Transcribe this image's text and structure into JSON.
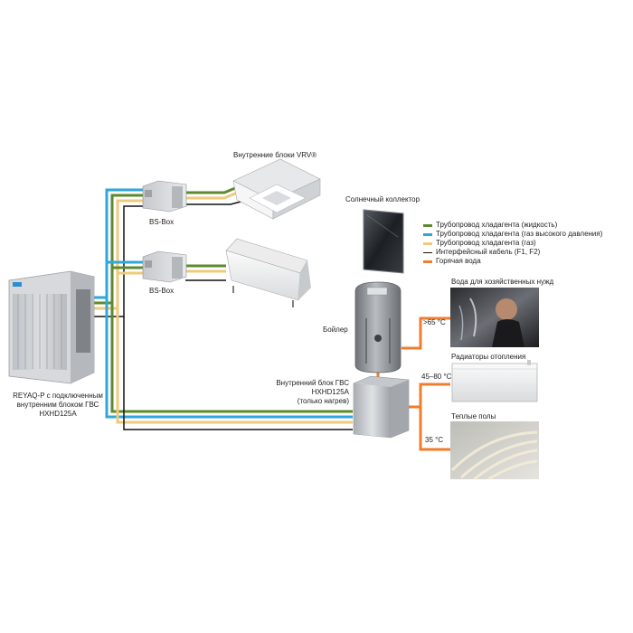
{
  "colors": {
    "liquid": "#5d8a2e",
    "gas_high": "#2fa6dc",
    "gas": "#f1c97a",
    "cable": "#111111",
    "hot_water": "#ef7d2d"
  },
  "labels": {
    "indoor_units": "Внутренние блоки VRV®",
    "bs_box_1": "BS-Box",
    "bs_box_2": "BS-Box",
    "solar": "Солнечный коллектор",
    "boiler": "Бойлер",
    "outdoor_line1": "REYAQ-P с подключенным",
    "outdoor_line2": "внутренним блоком ГВС",
    "outdoor_line3": "HXHD125A",
    "indoor_hw_line1": "Внутренний блок ГВС",
    "indoor_hw_line2": "HXHD125A",
    "indoor_hw_line3": "(только нагрев)",
    "dhw": "Вода для хозяйственных нужд",
    "radiators": "Радиаторы отопления",
    "floor": "Теплые полы",
    "temp_dhw": ">65 °C",
    "temp_rad": "45–80 °C",
    "temp_floor": "35 °C"
  },
  "legend": [
    {
      "label": "Трубопровод хладагента (жидкость)",
      "color": "#5d8a2e"
    },
    {
      "label": "Трубопровод хладагента (газ высокого давления)",
      "color": "#2fa6dc"
    },
    {
      "label": "Трубопровод хладагента (газ)",
      "color": "#f1c97a"
    },
    {
      "label": "Интерфейсный кабель (F1, F2)",
      "color": "#111111"
    },
    {
      "label": "Горячая вода",
      "color": "#ef7d2d"
    }
  ]
}
